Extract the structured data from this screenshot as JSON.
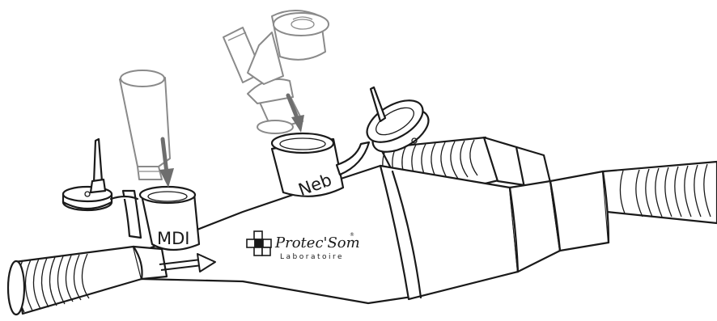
{
  "labels": {
    "mdi_port": "MDI",
    "neb_port": "Neb"
  },
  "brand": {
    "name": "Protec'Som",
    "registered_mark": "®",
    "subtitle": "Laboratoire"
  },
  "colors": {
    "outline": "#1a1a1a",
    "device_outline": "#8a8a8a",
    "insertion_arrow": "#6e6e6e"
  },
  "icons": {
    "flow_arrow": "flow-direction-arrow",
    "logo_mark": "cross-squares-logo"
  }
}
